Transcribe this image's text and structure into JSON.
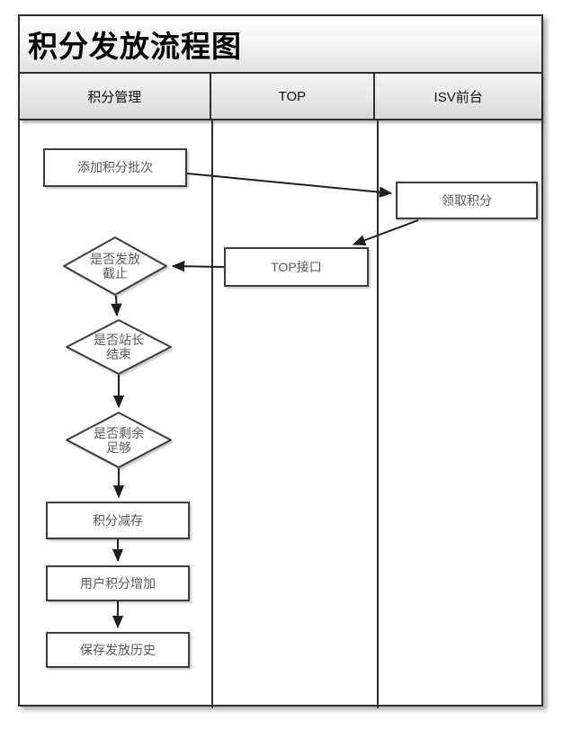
{
  "title": "积分发放流程图",
  "lanes": [
    {
      "label": "积分管理"
    },
    {
      "label": "TOP"
    },
    {
      "label": "ISV前台"
    }
  ],
  "nodes": {
    "add_batch": {
      "label": "添加积分批次",
      "type": "process",
      "lane": "积分管理"
    },
    "receive_points": {
      "label": "领取积分",
      "type": "process",
      "lane": "ISV前台"
    },
    "top_api": {
      "label": "TOP接口",
      "type": "process",
      "lane": "TOP"
    },
    "decision_deadline": {
      "label": "是否发放\n截止",
      "type": "decision",
      "lane": "积分管理"
    },
    "decision_master_end": {
      "label": "是否站长\n结束",
      "type": "decision",
      "lane": "积分管理"
    },
    "decision_remaining": {
      "label": "是否剩余\n足够",
      "type": "decision",
      "lane": "积分管理"
    },
    "deduct_points": {
      "label": "积分减存",
      "type": "process",
      "lane": "积分管理"
    },
    "increase_user_points": {
      "label": "用户积分增加",
      "type": "process",
      "lane": "积分管理"
    },
    "save_history": {
      "label": "保存发放历史",
      "type": "process",
      "lane": "积分管理"
    }
  },
  "edges": [
    {
      "from": "add_batch",
      "to": "receive_points"
    },
    {
      "from": "receive_points",
      "to": "top_api"
    },
    {
      "from": "top_api",
      "to": "decision_deadline"
    },
    {
      "from": "decision_deadline",
      "to": "decision_master_end"
    },
    {
      "from": "decision_master_end",
      "to": "decision_remaining"
    },
    {
      "from": "decision_remaining",
      "to": "deduct_points"
    },
    {
      "from": "deduct_points",
      "to": "increase_user_points"
    },
    {
      "from": "increase_user_points",
      "to": "save_history"
    }
  ],
  "colors": {
    "connector_line": "#1f1f1f",
    "shape_border": "#3d3d3d",
    "shape_text": "#595959",
    "frame_border": "#2e2e2e",
    "header_text": "#111111"
  }
}
